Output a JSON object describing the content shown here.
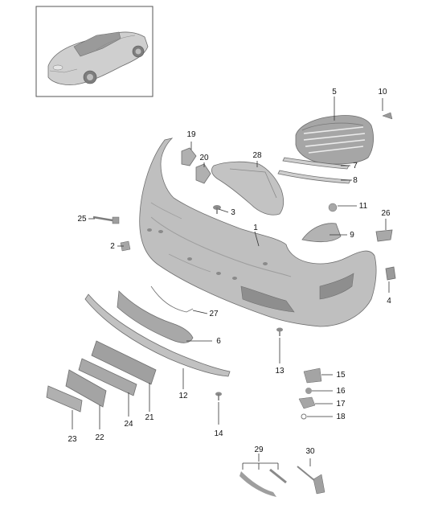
{
  "diagram": {
    "colors": {
      "part_fill": "#bdbdbd",
      "part_light": "#dcdcdc",
      "part_dark": "#8a8a8a",
      "line": "#333333",
      "inset_border": "#555555"
    },
    "parts": [
      {
        "id": "1",
        "label": "1"
      },
      {
        "id": "2",
        "label": "2"
      },
      {
        "id": "3",
        "label": "3"
      },
      {
        "id": "4",
        "label": "4"
      },
      {
        "id": "5",
        "label": "5"
      },
      {
        "id": "6",
        "label": "6"
      },
      {
        "id": "7",
        "label": "7"
      },
      {
        "id": "8",
        "label": "8"
      },
      {
        "id": "9",
        "label": "9"
      },
      {
        "id": "10",
        "label": "10"
      },
      {
        "id": "11",
        "label": "11"
      },
      {
        "id": "12",
        "label": "12"
      },
      {
        "id": "13",
        "label": "13"
      },
      {
        "id": "14",
        "label": "14"
      },
      {
        "id": "15",
        "label": "15"
      },
      {
        "id": "16",
        "label": "16"
      },
      {
        "id": "17",
        "label": "17"
      },
      {
        "id": "18",
        "label": "18"
      },
      {
        "id": "19",
        "label": "19"
      },
      {
        "id": "20",
        "label": "20"
      },
      {
        "id": "21",
        "label": "21"
      },
      {
        "id": "22",
        "label": "22"
      },
      {
        "id": "23",
        "label": "23"
      },
      {
        "id": "24",
        "label": "24"
      },
      {
        "id": "25",
        "label": "25"
      },
      {
        "id": "26",
        "label": "26"
      },
      {
        "id": "27",
        "label": "27"
      },
      {
        "id": "28",
        "label": "28"
      },
      {
        "id": "29",
        "label": "29"
      },
      {
        "id": "30",
        "label": "30"
      }
    ]
  }
}
